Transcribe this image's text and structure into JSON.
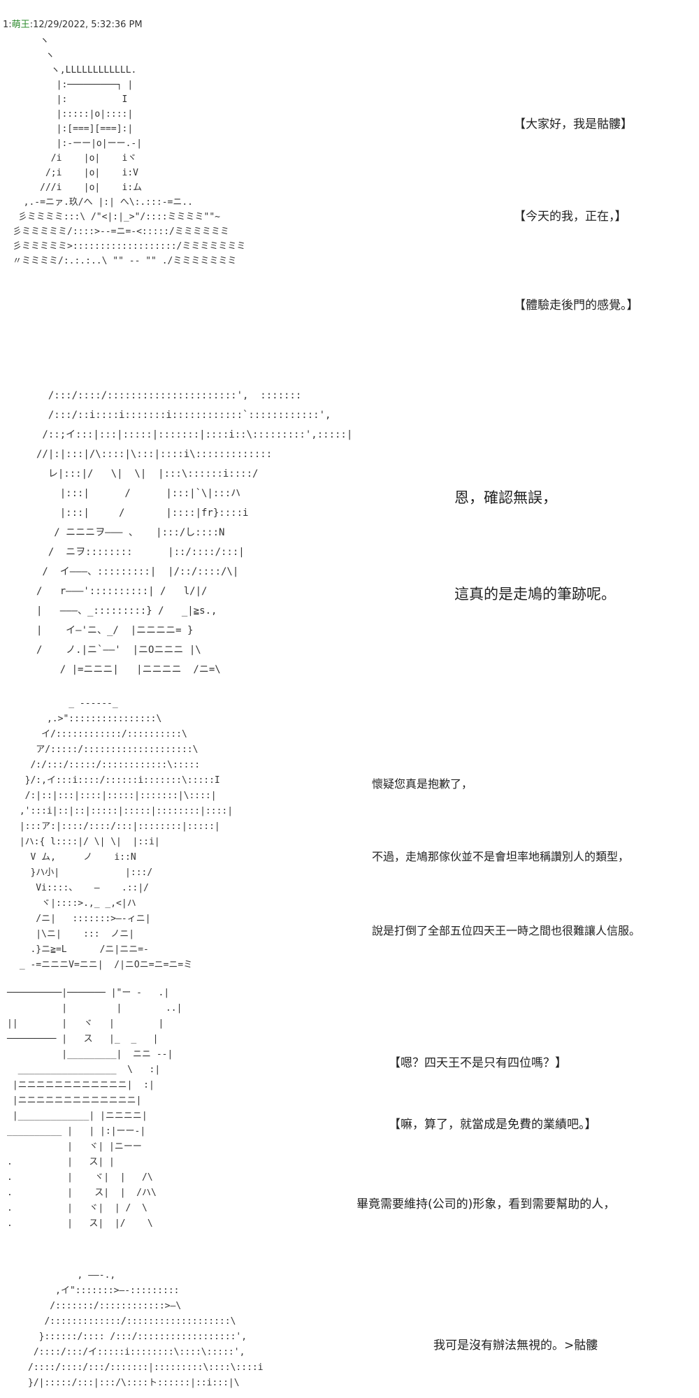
{
  "post": {
    "number": "1",
    "separator": ":",
    "author": "萌王",
    "timestamp": ":12/29/2022, 5:32:36 PM"
  },
  "panel1": {
    "lines": [
      "【大家好，我是骷髏】",
      "【今天的我，正在，】",
      "【體驗走後門的感覺。】"
    ],
    "art": "     ヽ\n      ヽ\n       ヽ,LLLLLLLLLLLL.\n        |:─────────┐ |\n        |:          I\n        |:::::|o|::::|\n        |:[===][===]:|\n        |:-ーー|o|ーー.-|\n       /i    |o|    iヾ\n      /;i    |o|    i:V\n     ///i    |o|    i:ム\n  ,.-=ニァ.玖/へ |:| へ\\:.:::-=ニ..\n 彡ミミミミ:::\\ /\"<|:|_>\"/::::ミミミミ\"\"~\n彡ミミミミミ/::::>--=ニ=-<:::::/ミミミミミミ\n彡ミミミミミ>:::::::::::::::::::/ミミミミミミミ\n〃ミミミミ/:.:.:..\\ \"\" -- \"\" ./ミミミミミミミ"
  },
  "panel2": {
    "lines": [
      "恩，確認無誤，",
      "這真的是走鳩的筆跡呢。"
    ],
    "art": "  /:::/::::/::::::::::::::::::::::',  :::::::\n  /:::/::i::::i:::::::i::::::::::::`::::::::::::',\n /::;イ:::|:::|:::::|:::::::|::::i::\\:::::::::',:::::|\n//|:|:::|/\\::::|\\:::|::::i\\:::::::::::::\n  レ|:::|/   \\|  \\|  |:::\\::::::i::::/\n    |:::|      /      |:::|`\\|:::ハ\n    |:::|     /       |::::|fr}::::i\n   / ニニニヲ――― 、   |:::/し::::N\n  /  ニヲ::::::::      |::/::::/:::|\n /  イ―――、:::::::::|  |/::/::::/\\|\n/   r―――'::::::::::| /   l/|/\n|   ―――、_:::::::::} /   _|≧s.,\n|    イ―'ニ、_/  |ニニニニ= }\n/    ノ.|ニ`――'  |ニOニニニ |\\\n    / |=ニニニ|   |ニニニニ  /ニ=\\"
  },
  "panel3": {
    "lines": [
      "懷疑您真是抱歉了，",
      "不過，走鳩那傢伙並不是會坦率地稱讚別人的類型，",
      "說是打倒了全部五位四天王一時之間也很難讓人信服。"
    ],
    "art": "          _ -‐‐-‐-_\n      ,.>\"::::::::::::::::\\\n     イ/::::::::::::/::::::::::\\\n    ア/:::::/::::::::::::::::::::\\\n   /:/:::/:::::/::::::::::::\\:::::\n  }/:,イ:::i::::/::::::i:::::::\\:::::I\n  /:|::|:::|::::|:::::|:::::::|\\::::|\n ,':::i|::|::|:::::|:::::|::::::::|::::|\n |:::ア:|::::/::::/:::|::::::::|:::::|\n |ハ:{ l::::|/ \\| \\|  |::i|\n   V ム,     ノ    i::N\n   }ハ小|            |:::/\n    Vi::::、   ―    .::|/\n     ヾ|::::>.,_ _,<|ハ\n    /ニ|   :::::::>―-ィニ|\n    |\\ニ|    :::  ノニ|\n   .}ニ≧=L      /ニ|ニニ=-\n _ -=ニニニV=ニニ|  /|ニOニ=ニ=ニ=ミ"
  },
  "panel4": {
    "lines": [
      "【嗯？四天王不是只有四位嗎？】",
      "【嘛，算了，就當成是免費的業績吧。】",
      "畢竟需要維持(公司的)形象，看到需要幫助的人，"
    ],
    "art": "──────────|─────── |\"ー -   .|\n          |         |        ..|\n||        |   ヾ   |        |\n───────── |   ス   |_  _   |\n          |_________|  ニニ --|\n  __________________  \\   :|\n |ニニニニニニニニニニニニ|  :|\n |ニニニニニニニニニニニニニ|\n |_____________| |ニニニニ|\n__________ |   | |:|ーー‐|\n           |   ヾ| |ニーー\n.          |   ス| |\n.          |    ヾ|  |   /\\\n.          |    ス|  |  /ハ\\\n.          |   ヾ|  | /  \\\n.          |   ス|  |/    \\"
  },
  "panel5": {
    "lines": [
      "我可是沒有辦法無視的。>骷髏"
    ],
    "art": "         , ――-.,\n     ,イ\":::::::>―-:::::::::\n    /:::::::/::::::::::::>―\\\n   /:::::::::::::/:::::::::::::::::::\\\n  }::::::/:::: /:::/::::::::::::::::::',\n /::::/:::/イ:::::i::::::::\\::::\\:::::',\n/::::/::::/:::/:::::::|:::::::::\\::::\\::::i\n}/|:::::/:::|:::/\\::::ト::::::|::i:::|\\"
  }
}
